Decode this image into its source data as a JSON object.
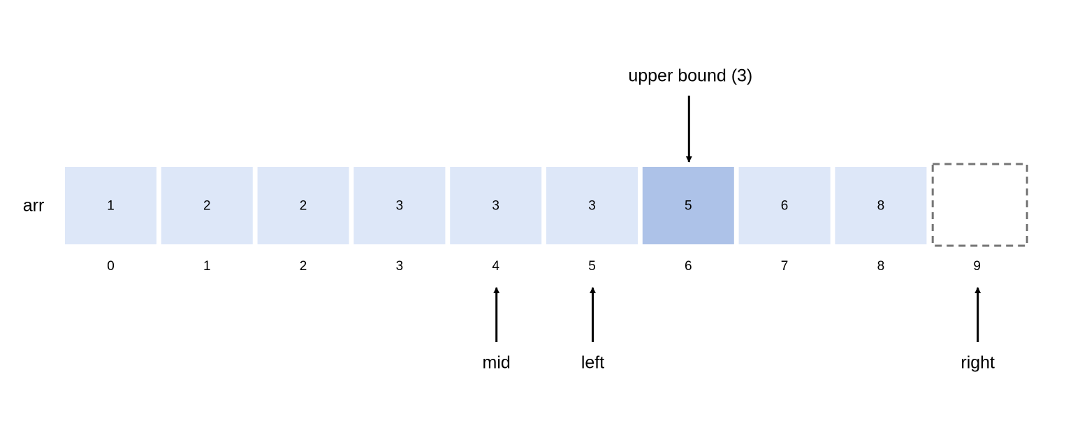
{
  "array_label": "arr",
  "cells": [
    {
      "value": "1",
      "index": "0",
      "highlight": false
    },
    {
      "value": "2",
      "index": "1",
      "highlight": false
    },
    {
      "value": "2",
      "index": "2",
      "highlight": false
    },
    {
      "value": "3",
      "index": "3",
      "highlight": false
    },
    {
      "value": "3",
      "index": "4",
      "highlight": false
    },
    {
      "value": "3",
      "index": "5",
      "highlight": false
    },
    {
      "value": "5",
      "index": "6",
      "highlight": true
    },
    {
      "value": "6",
      "index": "7",
      "highlight": false
    },
    {
      "value": "8",
      "index": "8",
      "highlight": false
    },
    {
      "value": "",
      "index": "9",
      "highlight": false,
      "empty": true
    }
  ],
  "pointers": {
    "upper_bound": {
      "label": "upper bound (3)",
      "index": 6,
      "direction": "down"
    },
    "mid": {
      "label": "mid",
      "index": 4,
      "direction": "up"
    },
    "left": {
      "label": "left",
      "index": 5,
      "direction": "up"
    },
    "right": {
      "label": "right",
      "index": 9,
      "direction": "up"
    }
  },
  "colors": {
    "cell_fill": "#dde7f8",
    "cell_highlight": "#adc2e8",
    "empty_border": "#757575",
    "arrow": "#000000"
  }
}
